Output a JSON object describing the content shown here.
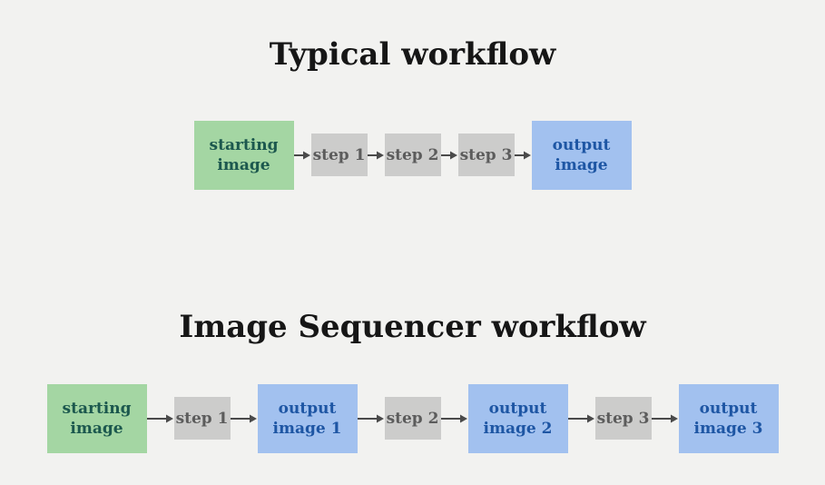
{
  "page": {
    "background": "#f2f2f0"
  },
  "colors": {
    "title_text": "#161616",
    "arrow": "#4a4a4a",
    "start_bg": "#a4d6a3",
    "start_text": "#1c584e",
    "step_bg": "#cccccb",
    "step_text": "#5c5c5c",
    "output_bg": "#a2c1ef",
    "output_text": "#1e56a4"
  },
  "diagrams": [
    {
      "title": "Typical workflow",
      "nodes": [
        {
          "label": "starting\nimage",
          "type": "start"
        },
        {
          "label": "step 1",
          "type": "step"
        },
        {
          "label": "step 2",
          "type": "step"
        },
        {
          "label": "step 3",
          "type": "step"
        },
        {
          "label": "output\nimage",
          "type": "output"
        }
      ]
    },
    {
      "title": "Image Sequencer workflow",
      "nodes": [
        {
          "label": "starting\nimage",
          "type": "start"
        },
        {
          "label": "step 1",
          "type": "step"
        },
        {
          "label": "output\nimage 1",
          "type": "output"
        },
        {
          "label": "step 2",
          "type": "step"
        },
        {
          "label": "output\nimage 2",
          "type": "output"
        },
        {
          "label": "step 3",
          "type": "step"
        },
        {
          "label": "output\nimage 3",
          "type": "output"
        }
      ]
    }
  ]
}
